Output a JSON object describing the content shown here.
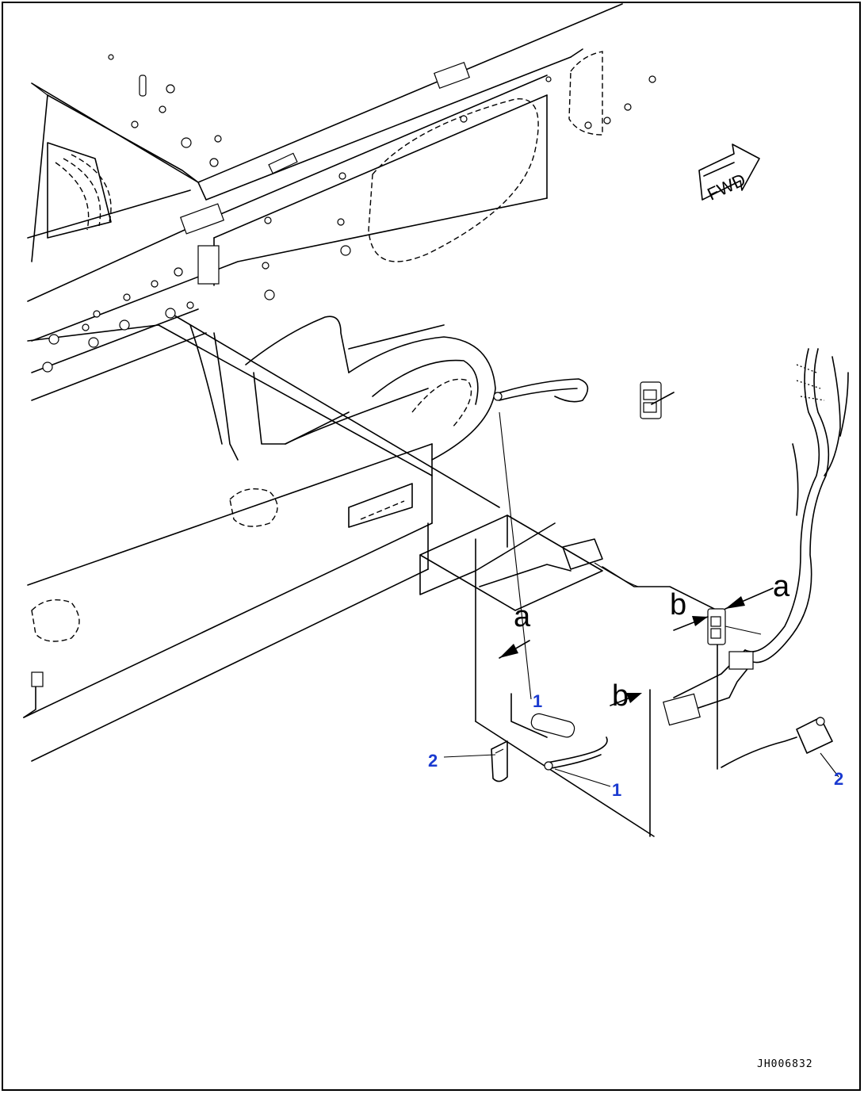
{
  "diagram": {
    "direction_label": "FWD",
    "callouts": [
      {
        "id": "a-top-right",
        "text": "a"
      },
      {
        "id": "a-left",
        "text": "a"
      },
      {
        "id": "b-mid",
        "text": "b"
      },
      {
        "id": "b-low",
        "text": "b"
      }
    ],
    "part_numbers": [
      {
        "id": "part-1-upper",
        "text": "1"
      },
      {
        "id": "part-1-lower",
        "text": "1"
      },
      {
        "id": "part-2-left",
        "text": "2"
      },
      {
        "id": "part-2-right",
        "text": "2"
      }
    ],
    "drawing_code": "JH006832"
  }
}
